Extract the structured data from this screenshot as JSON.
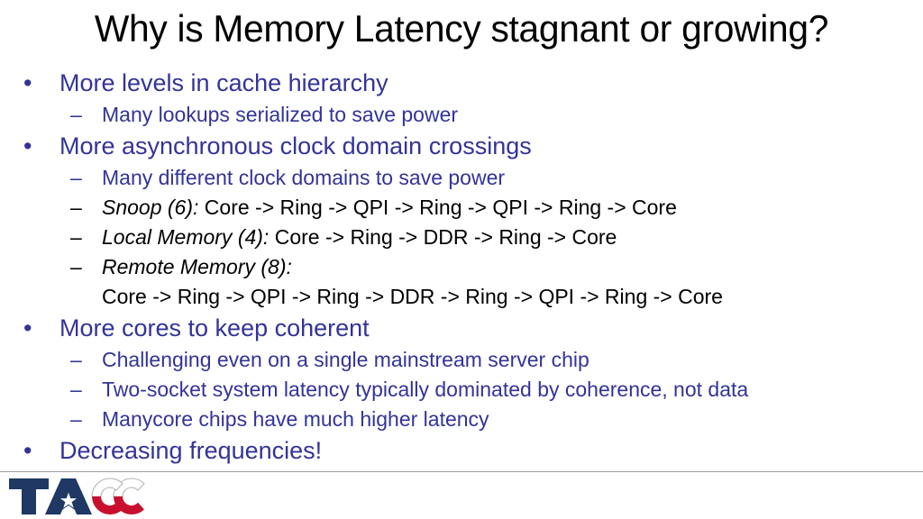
{
  "slide": {
    "title": "Why is Memory Latency stagnant or growing?",
    "bullet_marker": "•",
    "dash_marker": "–",
    "colors": {
      "title_text": "#000000",
      "bullet_text": "#333399",
      "mono_text": "#000000",
      "divider": "#9a9a9a",
      "logo_navy": "#1f3864",
      "logo_red": "#c8102e",
      "logo_outline": "#b5b5b5",
      "background": "#ffffff"
    },
    "items": [
      {
        "level": 1,
        "text": "More levels in cache hierarchy",
        "color": "blue"
      },
      {
        "level": 2,
        "text": "Many lookups serialized to save power",
        "color": "blue"
      },
      {
        "level": 1,
        "text": "More asynchronous clock domain crossings",
        "color": "blue"
      },
      {
        "level": 2,
        "text": "Many different clock domains to save power",
        "color": "blue"
      },
      {
        "level": 2,
        "color": "black",
        "lead": "Snoop (6):",
        "text": " Core -> Ring -> QPI -> Ring -> QPI -> Ring -> Core"
      },
      {
        "level": 2,
        "color": "black",
        "lead": "Local Memory (4):",
        "text": " Core -> Ring -> DDR -> Ring -> Core"
      },
      {
        "level": 2,
        "color": "black",
        "lead": "Remote Memory (8):",
        "text": "",
        "wrap": "Core -> Ring -> QPI -> Ring -> DDR -> Ring -> QPI -> Ring -> Core"
      },
      {
        "level": 1,
        "text": "More cores to keep coherent",
        "color": "blue"
      },
      {
        "level": 2,
        "text": "Challenging even on a single mainstream server chip",
        "color": "blue"
      },
      {
        "level": 2,
        "text": "Two-socket system latency typically dominated by coherence, not data",
        "color": "blue"
      },
      {
        "level": 2,
        "text": "Manycore chips have much higher latency",
        "color": "blue"
      },
      {
        "level": 1,
        "text": "Decreasing frequencies!",
        "color": "blue"
      }
    ]
  },
  "footer": {
    "logo_name": "TACC",
    "logo_letters": [
      "T",
      "A",
      "C",
      "C"
    ]
  }
}
